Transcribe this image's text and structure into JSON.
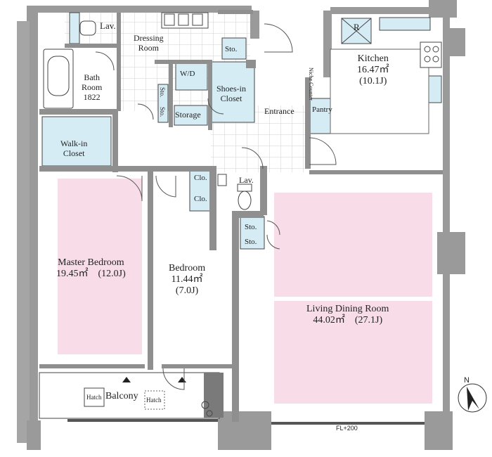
{
  "rooms": {
    "lav_top": "Lav.",
    "dressing": [
      "Dressing",
      "Room"
    ],
    "sto_dressing": "Sto.",
    "bath": [
      "Bath",
      "Room",
      "1822"
    ],
    "wd": "W/D",
    "sto_small_1": "Sto.",
    "sto_small_2": "Sto.",
    "storage": "Storage",
    "shoes_closet": [
      "Shoes-in",
      "Closet"
    ],
    "entrance": "Entrance",
    "niche_counter": "Niche Counter",
    "pantry": "Pantry",
    "kitchen": [
      "Kitchen",
      "16.47㎡",
      "(10.1J)"
    ],
    "fridge": "R",
    "walkin": [
      "Walk-in",
      "Closet"
    ],
    "clo_1": "Clo.",
    "clo_2": "Clo.",
    "lav_mid": "Lav.",
    "sto_ldr_1": "Sto.",
    "sto_ldr_2": "Sto.",
    "master": [
      "Master Bedroom",
      "19.45㎡　(12.0J)"
    ],
    "bedroom": [
      "Bedroom",
      "11.44㎡",
      "(7.0J)"
    ],
    "ldr": [
      "Living Dining Room",
      "44.02㎡　(27.1J)"
    ],
    "balcony": "Balcony",
    "hatch_1": "Hatch",
    "hatch_2": "Hatch",
    "fl_note": "FL+200",
    "north": "N"
  },
  "colors": {
    "wall": "#8f8f8f",
    "wall_dark": "#6f6f6f",
    "room_pink": "#f8dde8",
    "wet_blue": "#d6ecf5",
    "tile_line": "#bdbdbd",
    "line": "#333333"
  }
}
